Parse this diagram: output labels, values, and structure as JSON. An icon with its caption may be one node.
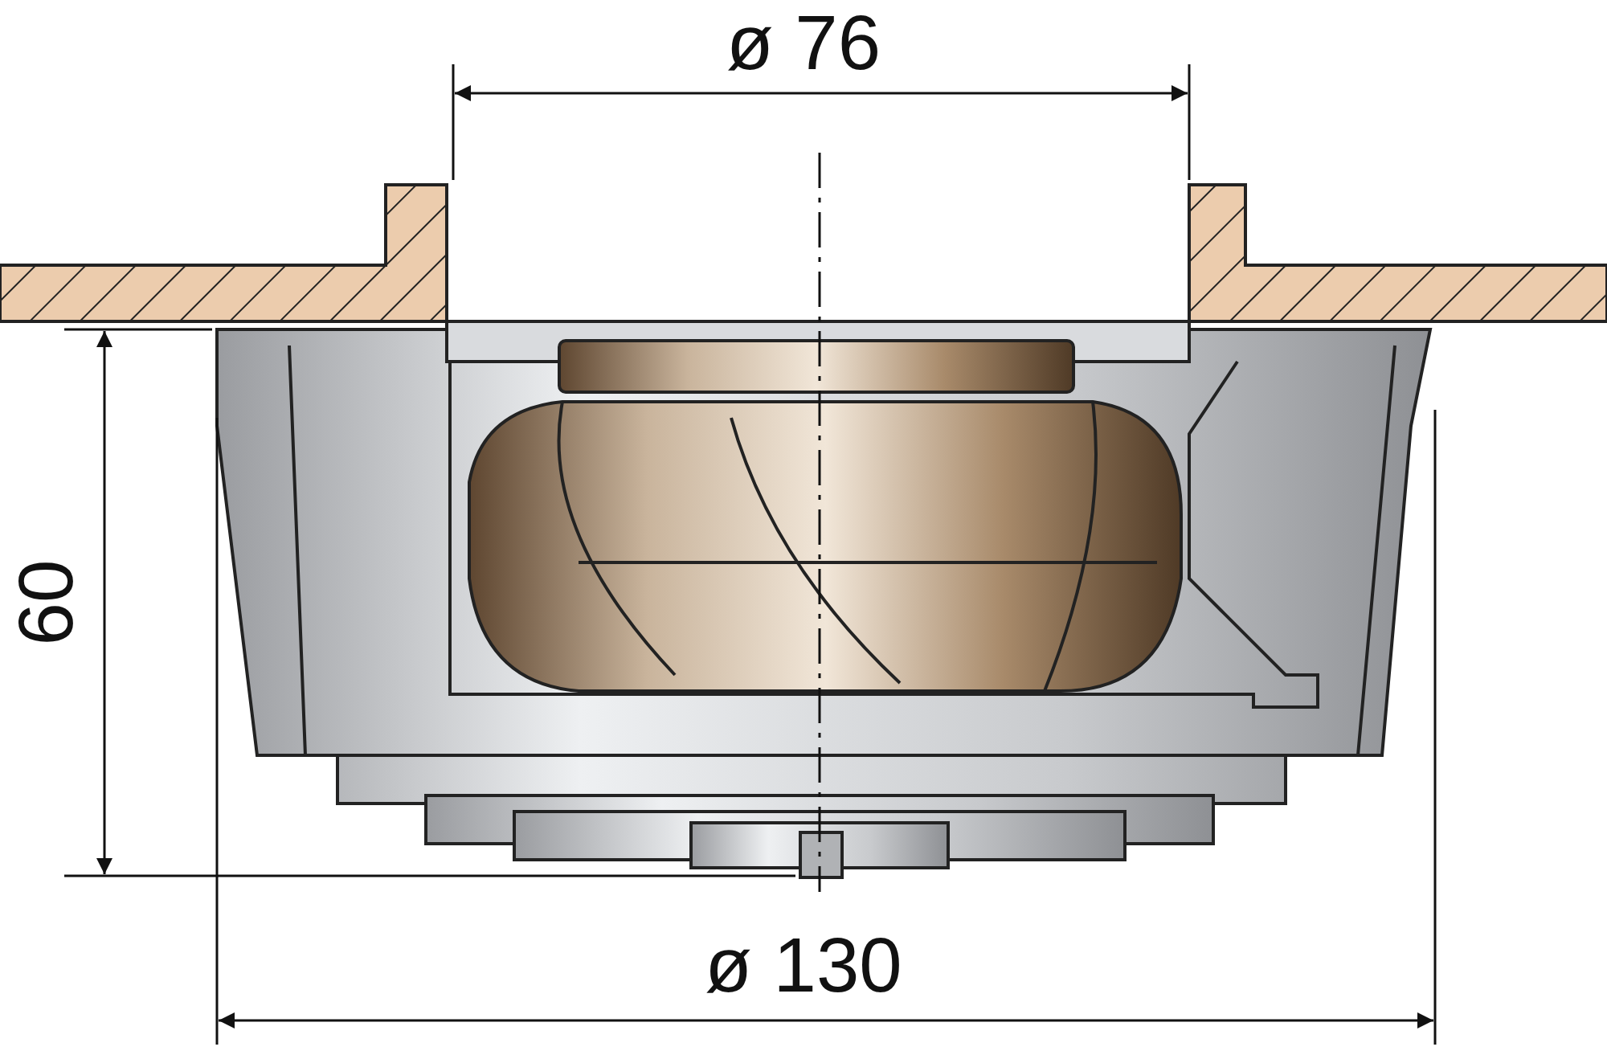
{
  "diagram": {
    "labels": [
      "ø 76",
      "60",
      "ø 130"
    ]
  }
}
